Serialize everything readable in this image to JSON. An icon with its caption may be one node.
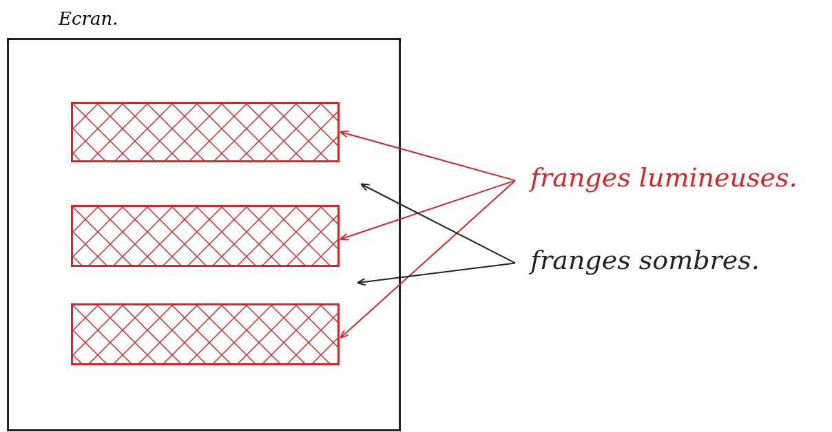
{
  "diagram": {
    "nodes": [
      {
        "text": [
          "Ecran."
        ]
      },
      {
        "text": [],
        "shape": "bar",
        "in": 0
      },
      {
        "text": [],
        "shape": "bar",
        "in": 0
      },
      {
        "text": [],
        "shape": "bar",
        "in": 0
      },
      {
        "text": [
          "franges lumineuses."
        ]
      },
      {
        "text": [
          "franges sombres."
        ]
      }
    ],
    "edges": [
      {
        "from": 4,
        "to": 1,
        "arrow": "to"
      },
      {
        "from": 4,
        "to": 2,
        "arrow": "to"
      },
      {
        "from": 4,
        "to": 3,
        "arrow": "to"
      },
      {
        "from": 5,
        "to": null,
        "arrow": "to",
        "color": "#222222"
      },
      {
        "from": 5,
        "to": null,
        "arrow": "to",
        "color": "#222222"
      }
    ]
  }
}
